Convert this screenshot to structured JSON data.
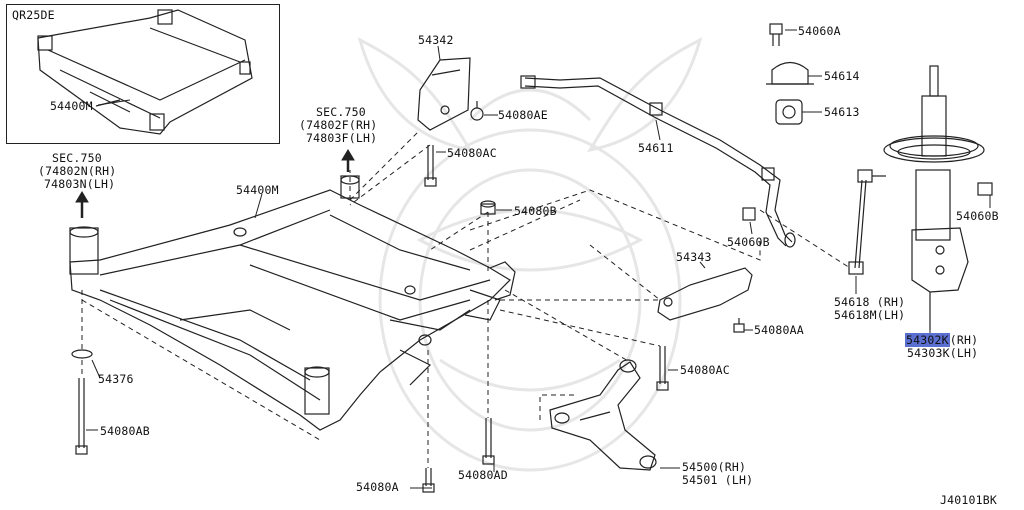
{
  "inset": {
    "engine": "QR25DE",
    "part": "54400M"
  },
  "labels": {
    "sec750_a_title": "SEC.750",
    "sec750_a_rh": "(74802N(RH)",
    "sec750_a_lh": "74803N(LH)",
    "sec750_b_title": "SEC.750",
    "sec750_b_rh": "(74802F(RH)",
    "sec750_b_lh": "74803F(LH)",
    "p54400M": "54400M",
    "p54342": "54342",
    "p54080AE": "54080AE",
    "p54080AC_top": "54080AC",
    "p54080B_mid": "54080B",
    "p54611": "54611",
    "p54060A": "54060A",
    "p54614": "54614",
    "p54613": "54613",
    "p54060B_right": "54060B",
    "p54060B_bar": "54060B",
    "p54343": "54343",
    "p54080AA": "54080AA",
    "p54080AC_low": "54080AC",
    "p54618_rh": "54618 (RH)",
    "p54618_lh": "54618M(LH)",
    "p54302K": "54302K",
    "p54302K_suffix": "(RH)",
    "p54303K": "54303K(LH)",
    "p54376": "54376",
    "p54080AB": "54080AB",
    "p54080A": "54080A",
    "p54080AD": "54080AD",
    "p54500": "54500(RH)",
    "p54501": "54501 (LH)",
    "diagram_code": "J40101BK"
  },
  "colors": {
    "line": "#222222",
    "highlight": "#5b6fd0",
    "watermark": "#e4e4e4"
  }
}
